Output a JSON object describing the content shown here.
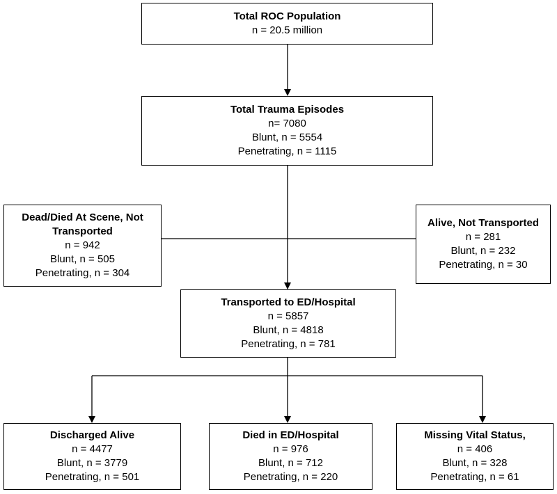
{
  "boxes": {
    "roc": {
      "title": "Total ROC Population",
      "lines": [
        "n = 20.5 million"
      ]
    },
    "trauma": {
      "title": "Total Trauma Episodes",
      "lines": [
        "n= 7080",
        "Blunt, n = 5554",
        "Penetrating, n = 1115"
      ]
    },
    "dead": {
      "title": "Dead/Died At Scene, Not Transported",
      "lines": [
        "n = 942",
        "Blunt, n = 505",
        "Penetrating, n = 304"
      ]
    },
    "alive_not_transported": {
      "title": "Alive, Not Transported",
      "lines": [
        "n = 281",
        "Blunt, n = 232",
        "Penetrating, n = 30"
      ]
    },
    "transported": {
      "title": "Transported to ED/Hospital",
      "lines": [
        "n = 5857",
        "Blunt, n = 4818",
        "Penetrating, n = 781"
      ]
    },
    "discharged": {
      "title": "Discharged Alive",
      "lines": [
        "n = 4477",
        "Blunt, n = 3779",
        "Penetrating, n = 501"
      ]
    },
    "died": {
      "title": "Died in ED/Hospital",
      "lines": [
        "n = 976",
        "Blunt, n = 712",
        "Penetrating, n = 220"
      ]
    },
    "missing": {
      "title": "Missing Vital Status,",
      "lines": [
        "n = 406",
        "Blunt, n = 328",
        "Penetrating, n = 61"
      ]
    }
  },
  "colors": {
    "line": "#000000",
    "box_border": "#000000",
    "background": "#ffffff"
  }
}
